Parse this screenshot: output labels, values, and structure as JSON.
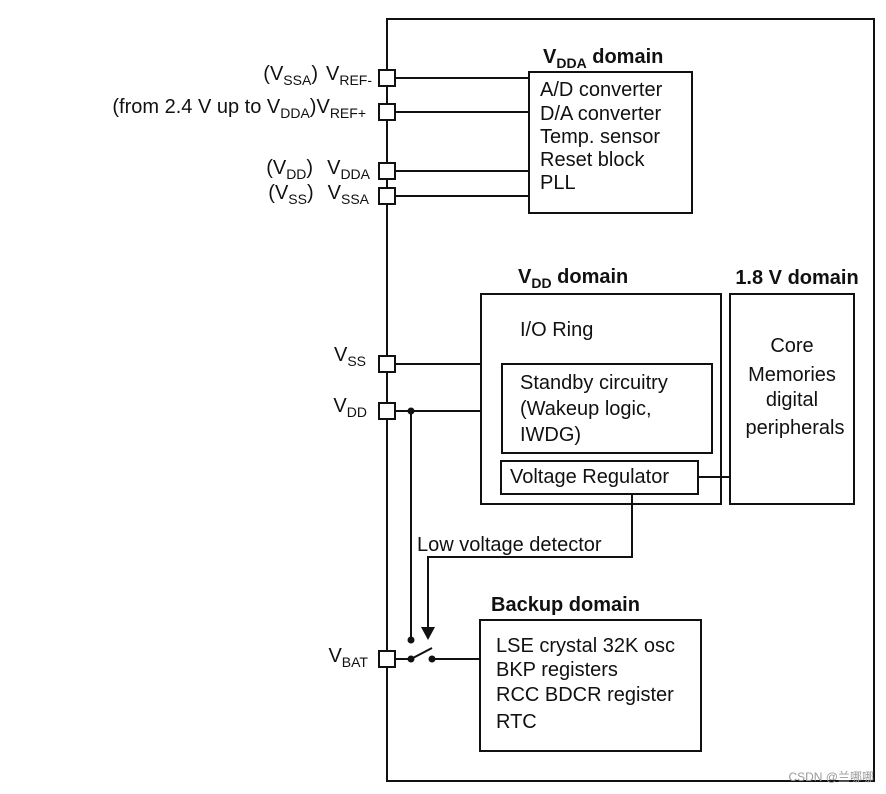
{
  "pins": {
    "vref_minus": {
      "alt_pre": "(V",
      "alt_sub": "SSA",
      "alt_post": ")",
      "name_main": "V",
      "name_sub": "REF-"
    },
    "vref_plus": {
      "alt_pre": "(from 2.4 V up to V",
      "alt_sub": "DDA",
      "alt_post": ")",
      "name_main": "V",
      "name_sub": "REF+"
    },
    "vdda": {
      "alt_pre": "(V",
      "alt_sub": "DD",
      "alt_post": ")",
      "name_main": "V",
      "name_sub": "DDA"
    },
    "vssa": {
      "alt_pre": "(V",
      "alt_sub": "SS",
      "alt_post": ")",
      "name_main": "V",
      "name_sub": "SSA"
    },
    "vss": {
      "name_main": "V",
      "name_sub": "SS"
    },
    "vdd": {
      "name_main": "V",
      "name_sub": "DD"
    },
    "vbat": {
      "name_main": "V",
      "name_sub": "BAT"
    }
  },
  "vdda_domain": {
    "title_main": "V",
    "title_sub": "DDA",
    "title_rest": " domain",
    "items": [
      "A/D converter",
      "D/A converter",
      "Temp. sensor",
      "Reset block",
      "PLL"
    ]
  },
  "vdd_domain": {
    "title_main": "V",
    "title_sub": "DD",
    "title_rest": " domain",
    "io_ring": "I/O Ring",
    "standby_lines": [
      "Standby circuitry",
      "(Wakeup logic,",
      "IWDG)"
    ],
    "regulator": "Voltage Regulator"
  },
  "core_domain": {
    "title": "1.8 V domain",
    "lines": [
      "Core",
      "Memories",
      "digital",
      "peripherals"
    ]
  },
  "low_voltage_detector": "Low voltage detector",
  "backup_domain": {
    "title": "Backup domain",
    "items": [
      "LSE crystal 32K osc",
      "BKP registers",
      "RCC BDCR register",
      "RTC"
    ]
  },
  "watermark": "CSDN @兰哪哪"
}
